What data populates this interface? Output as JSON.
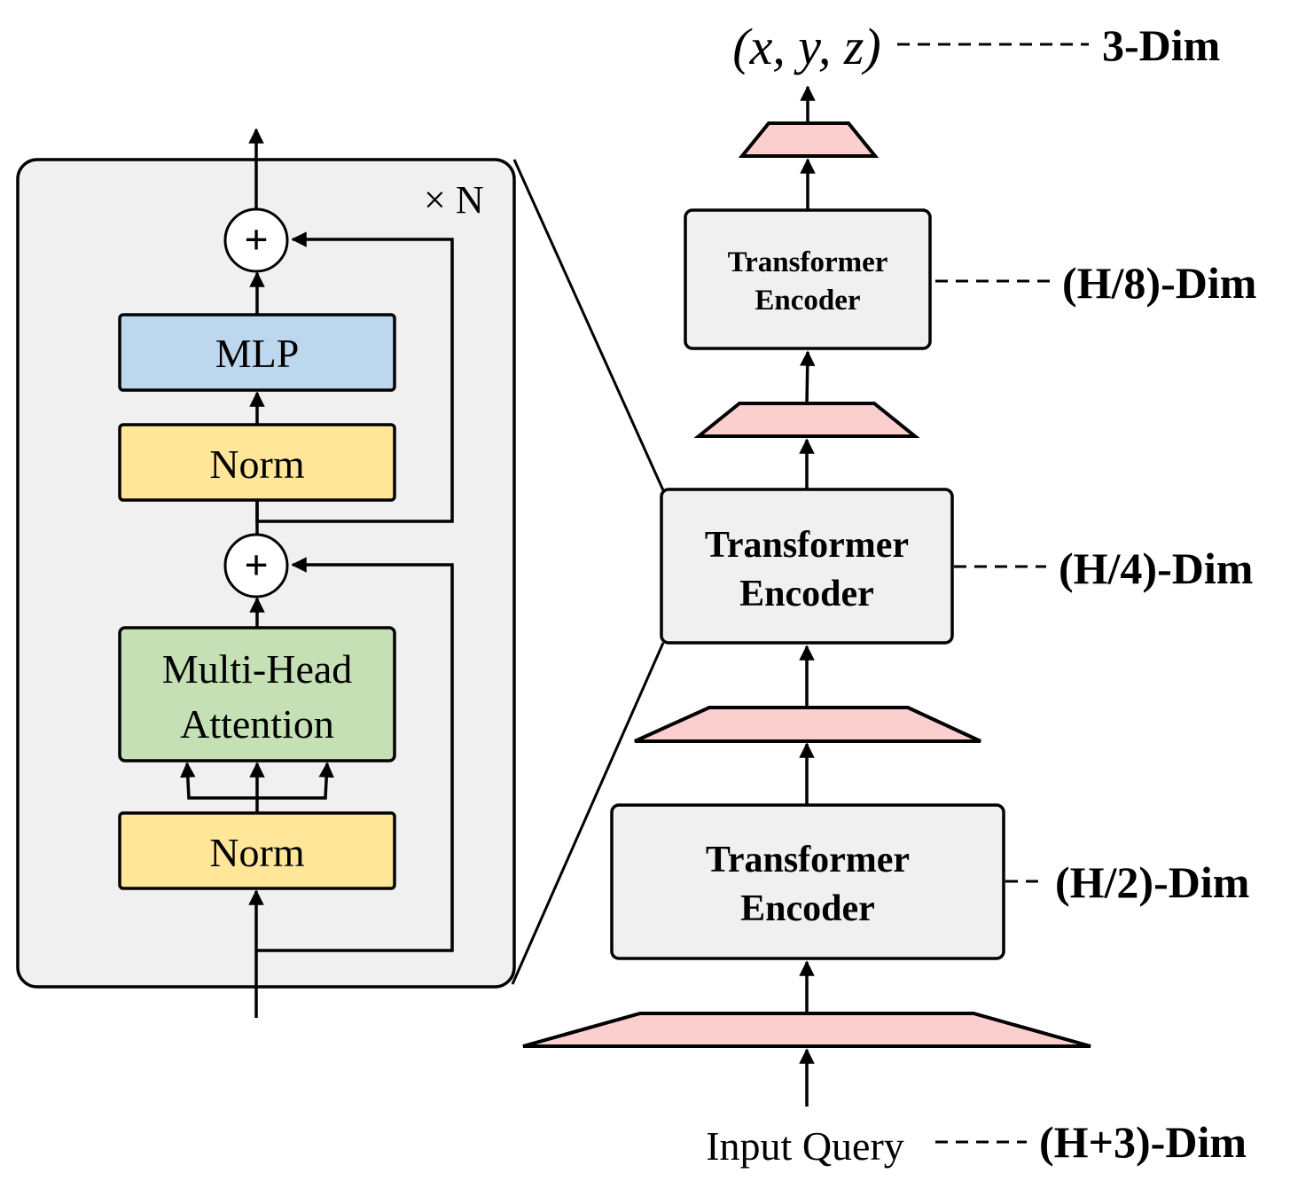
{
  "diagram": {
    "encoder_block": {
      "repeat_label": "× N",
      "blocks": {
        "mlp": "MLP",
        "norm_top": "Norm",
        "attention_line1": "Multi-Head",
        "attention_line2": "Attention",
        "norm_bottom": "Norm"
      },
      "add_symbol": "+",
      "colors": {
        "container": "#f0f0f0",
        "mlp": "#bdd7ee",
        "norm": "#ffe699",
        "attention": "#c5e0b4",
        "add_node": "#ffffff"
      }
    },
    "pipeline": {
      "output_label": "(x, y, z)",
      "input_label": "Input Query",
      "encoders": [
        {
          "line1": "Transformer",
          "line2": "Encoder",
          "dim": "(H/8)-Dim"
        },
        {
          "line1": "Transformer",
          "line2": "Encoder",
          "dim": "(H/4)-Dim"
        },
        {
          "line1": "Transformer",
          "line2": "Encoder",
          "dim": "(H/2)-Dim"
        }
      ],
      "output_dim": "3-Dim",
      "input_dim": "(H+3)-Dim",
      "colors": {
        "encoder": "#f0f0f0",
        "projection": "#fccfcf"
      }
    }
  }
}
